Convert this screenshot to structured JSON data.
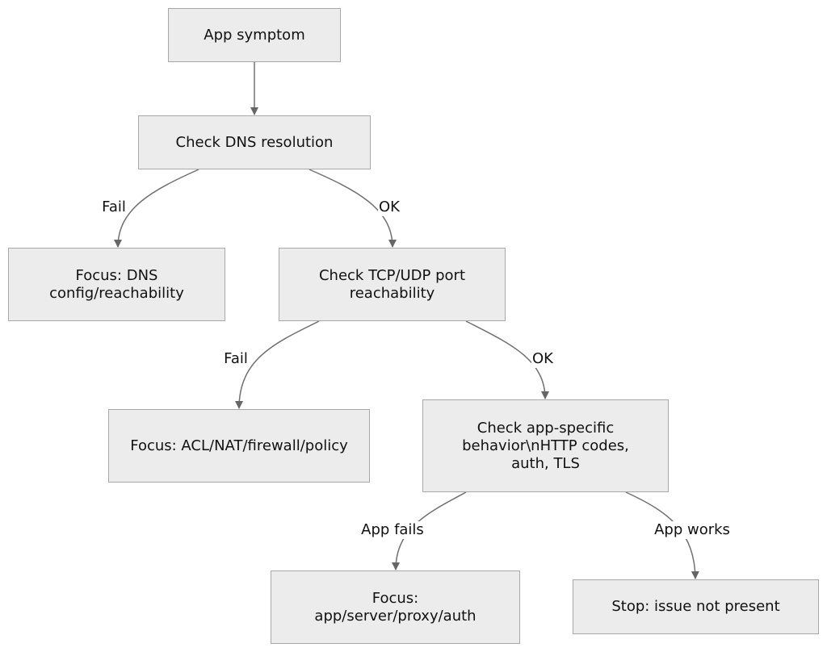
{
  "nodes": {
    "app_symptom": "App symptom",
    "check_dns": "Check DNS resolution",
    "focus_dns": "Focus: DNS config/reachability",
    "check_port": "Check TCP/UDP port reachability",
    "focus_acl": "Focus: ACL/NAT/firewall/policy",
    "check_app": "Check app-specific behavior\\nHTTP codes, auth, TLS",
    "focus_app": "Focus: app/server/proxy/auth",
    "stop": "Stop: issue not present"
  },
  "edges": {
    "dns_fail": "Fail",
    "dns_ok": "OK",
    "port_fail": "Fail",
    "port_ok": "OK",
    "app_fails": "App fails",
    "app_works": "App works"
  },
  "colors": {
    "node_fill": "#ececec",
    "node_border": "#a8a8a8",
    "edge_stroke": "#707070"
  }
}
